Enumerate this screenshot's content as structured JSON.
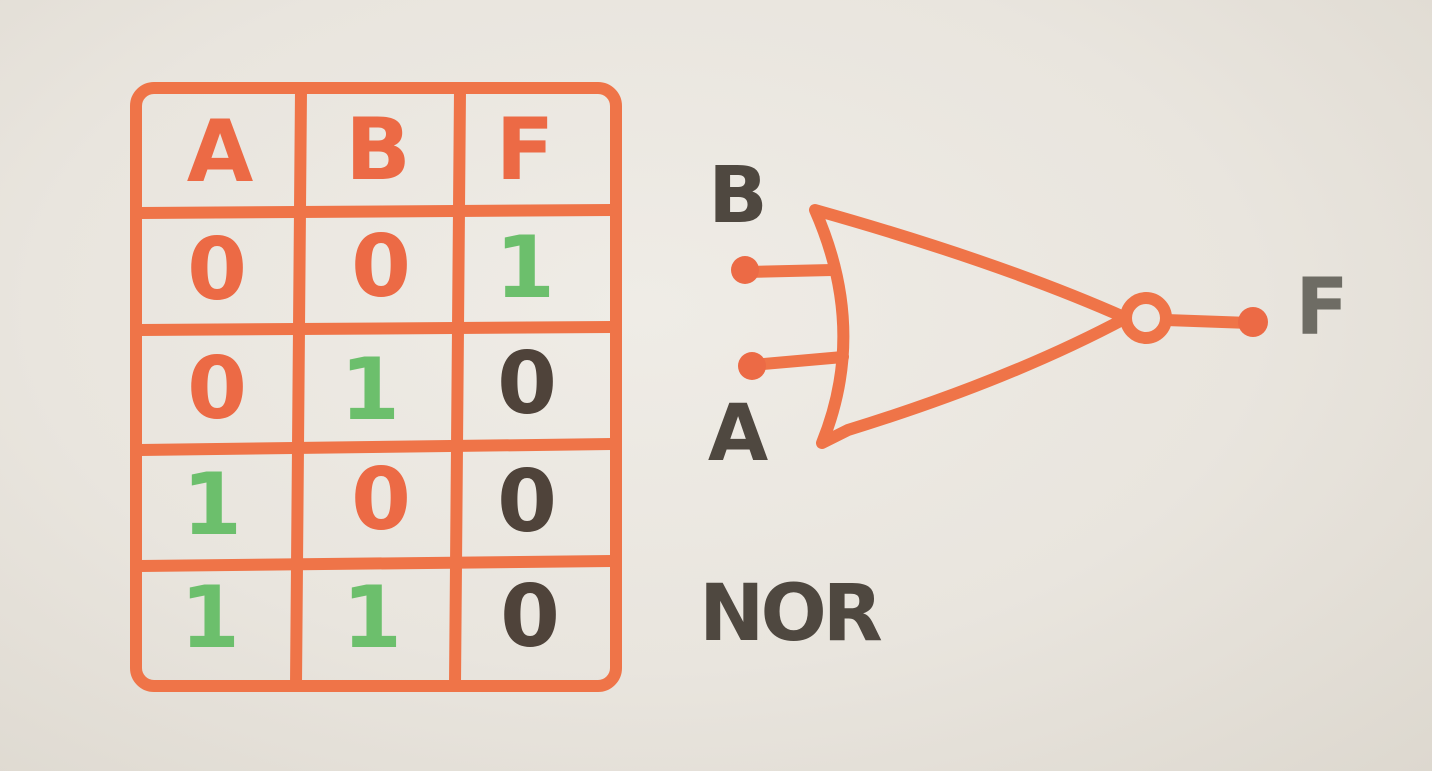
{
  "colors": {
    "ink_orange": "#ec6a45",
    "ink_green": "#6cbf6c",
    "ink_dark": "#4f433a",
    "ink_gray": "#6a6a62",
    "paper": "#ebe8e2"
  },
  "truth_table": {
    "headers": [
      "A",
      "B",
      "F"
    ],
    "rows": [
      [
        "0",
        "0",
        "1"
      ],
      [
        "0",
        "1",
        "0"
      ],
      [
        "1",
        "0",
        "0"
      ],
      [
        "1",
        "1",
        "0"
      ]
    ]
  },
  "gate": {
    "input_b_label": "B",
    "input_a_label": "A",
    "output_label": "F",
    "name": "NOR"
  }
}
